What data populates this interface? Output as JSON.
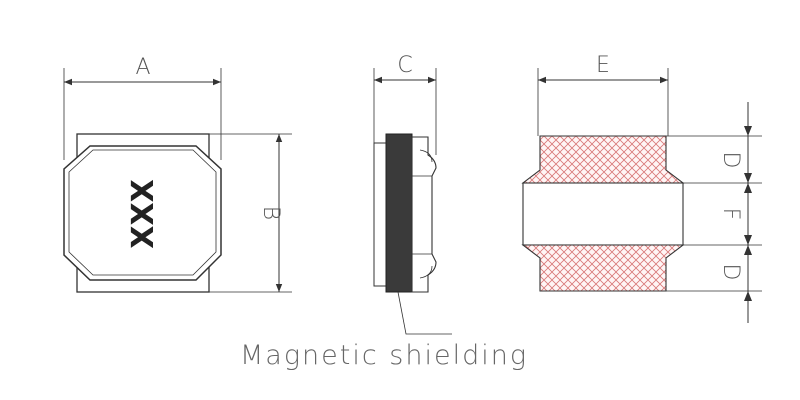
{
  "labels": {
    "dim_a": "A",
    "dim_b": "B",
    "dim_c": "C",
    "dim_d_top": "D",
    "dim_d_bottom": "D",
    "dim_e": "E",
    "dim_f": "F",
    "marking": "XXX",
    "caption": "Magnetic shielding"
  },
  "colors": {
    "line": "#333333",
    "shield": "#3a3a3a",
    "hatch": "#cc6666",
    "text": "#555555"
  }
}
